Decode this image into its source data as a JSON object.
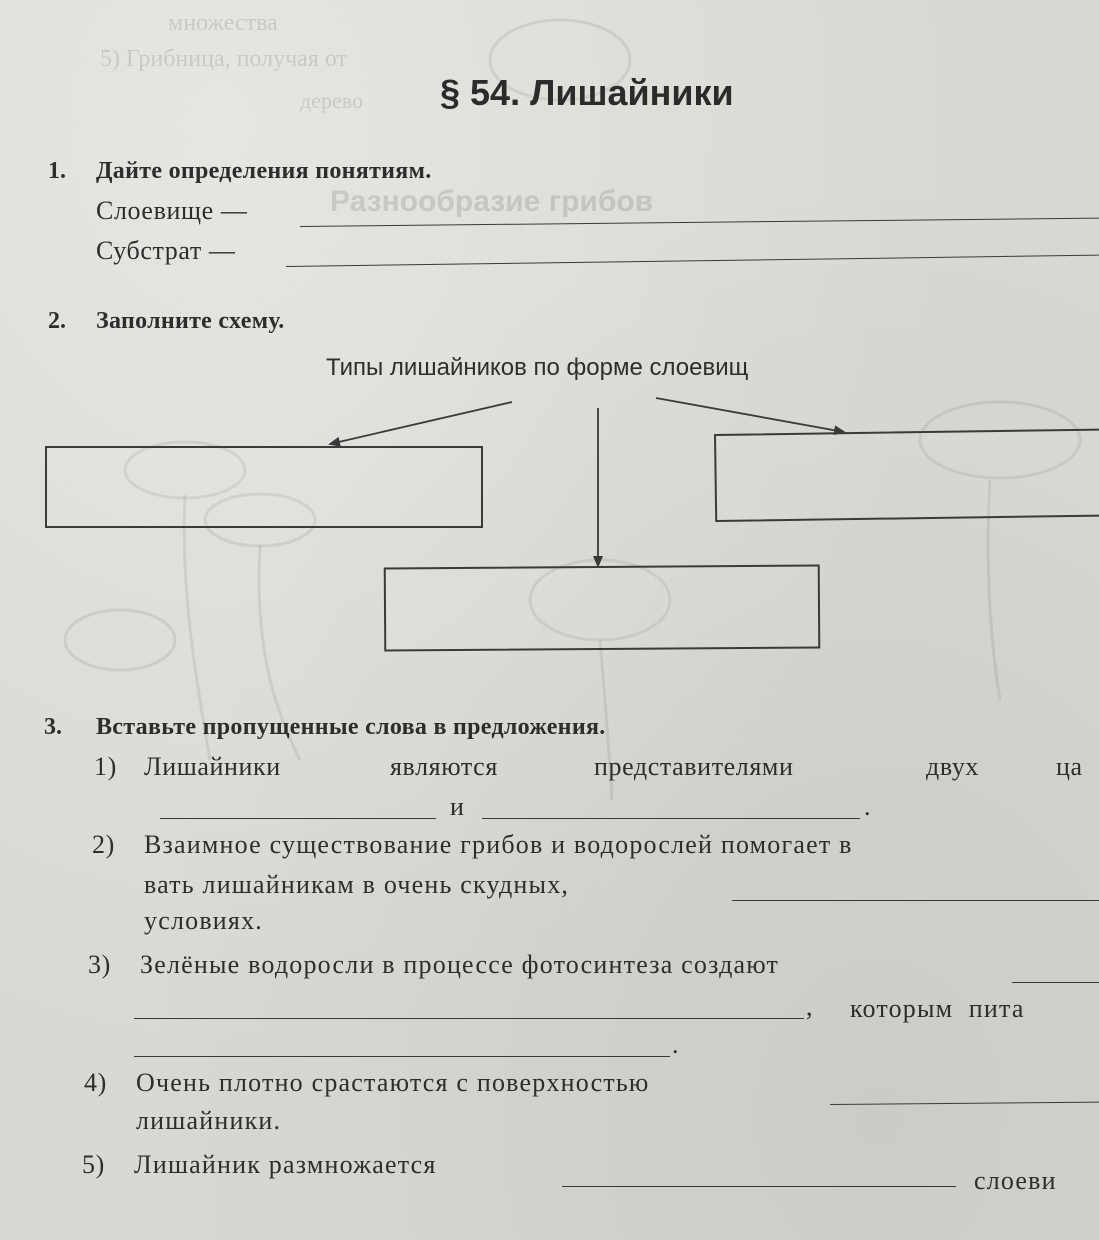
{
  "page_title": "§ 54. Лишайники",
  "bleed_text": {
    "top_line_1": "множества",
    "top_line_2": "5) Грибница, получая от",
    "top_line_3": "дерево",
    "bleed_heading": "Разнообразие грибов"
  },
  "task1": {
    "number": "1.",
    "heading": "Дайте определения понятиям.",
    "terms": [
      {
        "label": "Слоевище —"
      },
      {
        "label": "Субстрат —"
      }
    ]
  },
  "task2": {
    "number": "2.",
    "heading": "Заполните схему.",
    "scheme_title": "Типы лишайников по форме слоевищ"
  },
  "task3": {
    "number": "3.",
    "heading": "Вставьте пропущенные слова в предложения.",
    "items": [
      {
        "num": "1)",
        "words": [
          "Лишайники",
          "являются",
          "представителями",
          "двух",
          "ца"
        ],
        "line2_and": "и",
        "line2_end": "."
      },
      {
        "num": "2)",
        "line1": "Взаимное существование грибов и водорослей помогает в",
        "line2": "вать лишайникам в очень скудных,",
        "line3": "условиях."
      },
      {
        "num": "3)",
        "line1": "Зелёные водоросли в процессе фотосинтеза создают",
        "line2_comma": ",",
        "line2_tail": "которым  пита",
        "line3_end": "."
      },
      {
        "num": "4)",
        "line1": "Очень плотно срастаются с поверхностью",
        "line2": "лишайники."
      },
      {
        "num": "5)",
        "line1": "Лишайник размножается",
        "tail": "слоеви"
      }
    ]
  }
}
